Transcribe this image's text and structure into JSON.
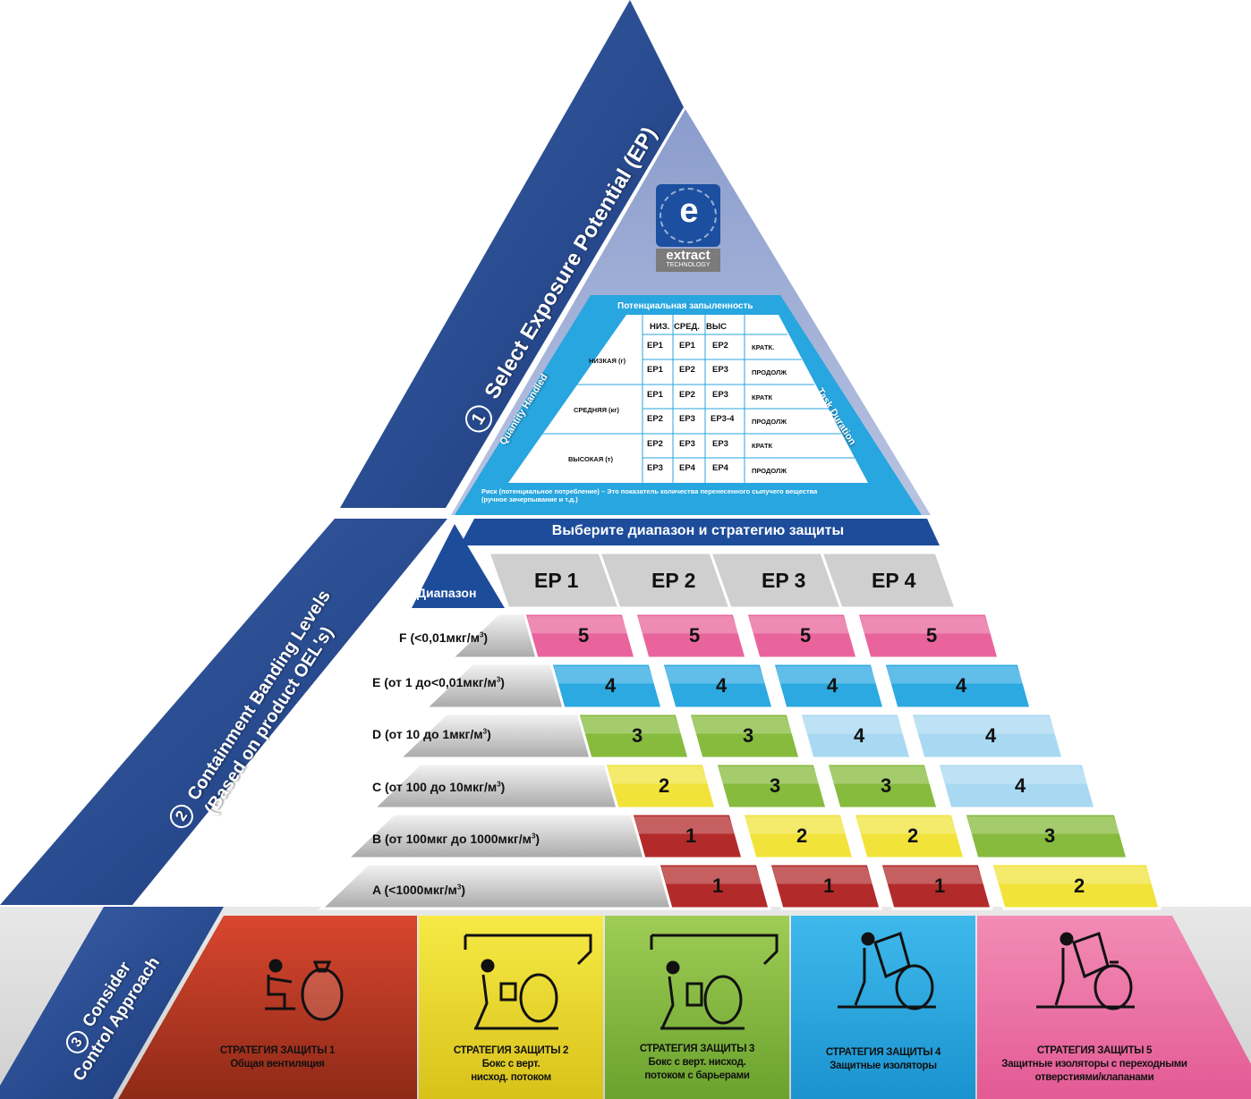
{
  "logo": {
    "letter": "e",
    "word": "extract",
    "sub": "TECHNOLOGY"
  },
  "sections": {
    "step1": "Select Exposure Potential (EP)",
    "step2_line1": "Containment Banding Levels",
    "step2_line2": "(Based on product OEL's)",
    "step3_line1": "Consider",
    "step3_line2": "Control Approach",
    "n1": "1",
    "n2": "2",
    "n3": "3"
  },
  "ep_table": {
    "title": "Потенциальная запыленность",
    "left_axis": "Quantity Handled",
    "right_axis": "Task Duration",
    "col_headers": [
      "НИЗ.",
      "СРЕД.",
      "ВЫС"
    ],
    "rows": [
      {
        "quantity": "НИЗКАЯ (г)",
        "lines": [
          {
            "values": [
              "EP1",
              "EP1",
              "EP2"
            ],
            "duration": "КРАТК."
          },
          {
            "values": [
              "EP1",
              "EP2",
              "EP3"
            ],
            "duration": "ПРОДОЛЖ"
          }
        ]
      },
      {
        "quantity": "СРЕДНЯЯ (кг)",
        "lines": [
          {
            "values": [
              "EP1",
              "EP2",
              "EP3"
            ],
            "duration": "КРАТК"
          },
          {
            "values": [
              "EP2",
              "EP3",
              "EP3-4"
            ],
            "duration": "ПРОДОЛЖ"
          }
        ]
      },
      {
        "quantity": "ВЫСОКАЯ (т)",
        "lines": [
          {
            "values": [
              "EP2",
              "EP3",
              "EP3"
            ],
            "duration": "КРАТК"
          },
          {
            "values": [
              "EP3",
              "EP4",
              "EP4"
            ],
            "duration": "ПРОДОЛЖ"
          }
        ]
      }
    ],
    "note_line1": "Риск (потенциальное потребление) – Это показатель количества перенесенного сыпучего вещества",
    "note_line2": "(ручное зачерпывание и т.д.)"
  },
  "banding": {
    "select_header": "Выберите диапазон и стратегию защиты",
    "range_header": "Диапазон",
    "ep_headers": [
      "EP 1",
      "EP 2",
      "EP 3",
      "EP 4"
    ],
    "bands": [
      {
        "label": "F  (<0,01мкг/м",
        "sup": "3",
        "end": ")",
        "values": [
          "5",
          "5",
          "5",
          "5"
        ]
      },
      {
        "label": "E (от 1 до<0,01мкг/м",
        "sup": "3",
        "end": ")",
        "values": [
          "4",
          "4",
          "4",
          "4"
        ]
      },
      {
        "label": "D (от 10 до 1мкг/м",
        "sup": "3",
        "end": ")",
        "values": [
          "3",
          "3",
          "4",
          "4"
        ]
      },
      {
        "label": "C (от 100 до 10мкг/м",
        "sup": "3",
        "end": ")",
        "values": [
          "2",
          "3",
          "3",
          "4"
        ]
      },
      {
        "label": "B (от 100мкг до 1000мкг/м",
        "sup": "3",
        "end": ")",
        "values": [
          "1",
          "2",
          "2",
          "3"
        ]
      },
      {
        "label": "A (<1000мкг/м",
        "sup": "3",
        "end": ")",
        "values": [
          "1",
          "1",
          "1",
          "2"
        ]
      }
    ]
  },
  "level_colors": {
    "1": "#b32a2a",
    "2": "#f1e33a",
    "3": "#86bb3d",
    "4": "#2ba9e0",
    "4light": "#a9d9f2",
    "5": "#e9649c"
  },
  "strategies": [
    {
      "title": "СТРАТЕГИЯ ЗАЩИТЫ 1",
      "lines": [
        "Общая вентиляция"
      ]
    },
    {
      "title": "СТРАТЕГИЯ ЗАЩИТЫ 2",
      "lines": [
        "Бокс с верт.",
        "нисход. потоком"
      ]
    },
    {
      "title": "СТРАТЕГИЯ ЗАЩИТЫ 3",
      "lines": [
        "Бокс с верт. нисход.",
        "потоком с барьерами"
      ]
    },
    {
      "title": "СТРАТЕГИЯ ЗАЩИТЫ 4",
      "lines": [
        "Защитные изоляторы"
      ]
    },
    {
      "title": "СТРАТЕГИЯ ЗАЩИТЫ 5",
      "lines": [
        "Защитные изоляторы с переходными",
        "отверстиями/клапанами"
      ]
    }
  ]
}
